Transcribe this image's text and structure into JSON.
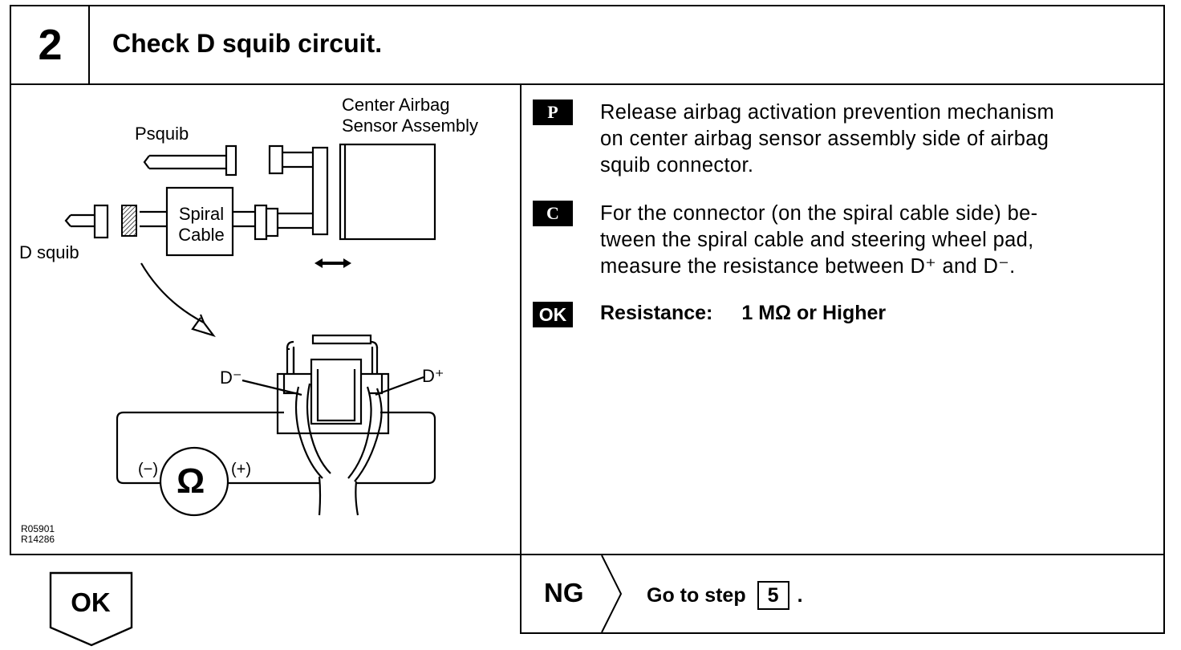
{
  "step": {
    "number": "2",
    "title": "Check D squib circuit."
  },
  "diagram": {
    "labels": {
      "center_airbag_line1": "Center Airbag",
      "center_airbag_line2": "Sensor Assembly",
      "psquib": "Psquib",
      "spiral_line1": "Spiral",
      "spiral_line2": "Cable",
      "dsquib": "D squib",
      "d_minus": "D⁻",
      "d_plus": "D⁺",
      "minus": "(−)",
      "plus": "(+)",
      "ohm": "Ω"
    },
    "figure_codes": [
      "R05901",
      "R14286"
    ]
  },
  "instructions": [
    {
      "badge": "P",
      "lines": [
        "Release airbag activation prevention mechanism",
        "on center airbag sensor assembly side of airbag",
        "squib connector."
      ]
    },
    {
      "badge": "C",
      "lines": [
        "For the connector (on the spiral cable side) be-",
        "tween the spiral cable and steering wheel pad,",
        "measure the resistance between D⁺ and D⁻."
      ]
    }
  ],
  "spec": {
    "badge": "OK",
    "label": "Resistance:",
    "value": "1 MΩ or Higher"
  },
  "footer": {
    "ok_label": "OK",
    "ng_label": "NG",
    "goto_text": "Go to step",
    "goto_step": "5",
    "goto_period": "."
  }
}
